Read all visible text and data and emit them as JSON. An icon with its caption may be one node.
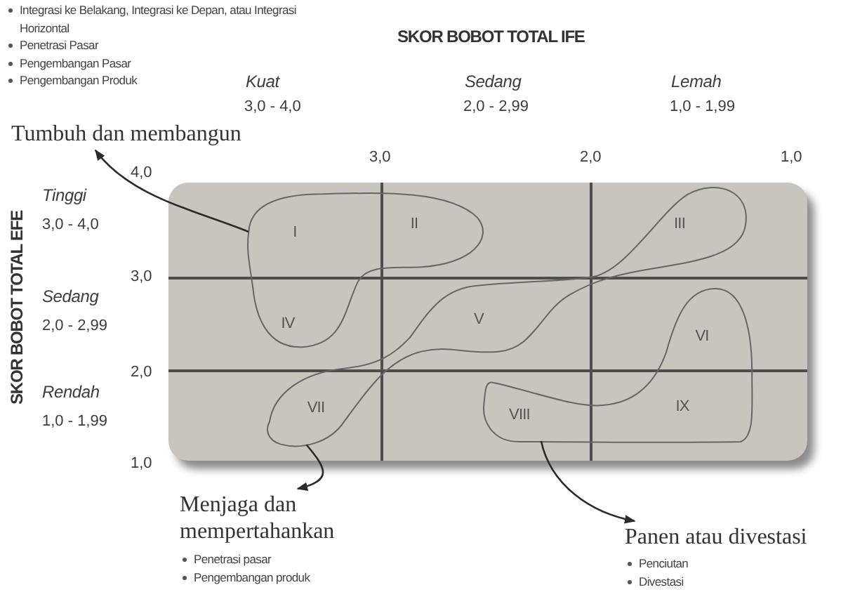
{
  "diagram": {
    "nodes": [
      {
        "text": [
          "Tumbuh dan membangun"
        ],
        "beside": [
          "Integrasi ke Belakang, Integrasi ke Depan, atau Integrasi Horizontal",
          "Penetrasi Pasar",
          "Pengembangan Pasar",
          "Pengembangan Produk"
        ]
      },
      {
        "text": [],
        "shape": "box"
      },
      {
        "text": [],
        "shape": "blob",
        "in": 1
      },
      {
        "text": [],
        "shape": "blob",
        "in": 1
      },
      {
        "text": [],
        "shape": "blob",
        "in": 1
      },
      {
        "text": [
          "Menjaga dan mempertahankan"
        ],
        "beside": [
          "Penetrasi pasar",
          "Pengembangan produk"
        ]
      },
      {
        "text": [
          "Panen atau divestasi"
        ],
        "beside": [
          "Penciutan",
          "Divestasi"
        ]
      }
    ],
    "edges": [
      {
        "from": 2,
        "to": 0,
        "arrow": "to"
      },
      {
        "from": 3,
        "to": 5,
        "arrow": "to"
      },
      {
        "from": 4,
        "to": 6,
        "arrow": "to"
      }
    ],
    "labels": [
      "SKOR BOBOT TOTAL IFE",
      "Kuat",
      "Sedang",
      "Lemah",
      "3,0 - 4,0",
      "2,0 - 2,99",
      "1,0 - 1,99",
      "3,0",
      "2,0",
      "1,0",
      "4,0",
      "Tinggi",
      "3,0 - 4,0",
      "3,0",
      "Sedang",
      "2,0 - 2,99",
      "2,0",
      "Rendah",
      "1,0 - 1,99",
      "1,0",
      "SKOR BOBOT TOTAL EFE",
      "I",
      "II",
      "III",
      "IV",
      "V",
      "VI",
      "VII",
      "VIII",
      "IX"
    ]
  }
}
